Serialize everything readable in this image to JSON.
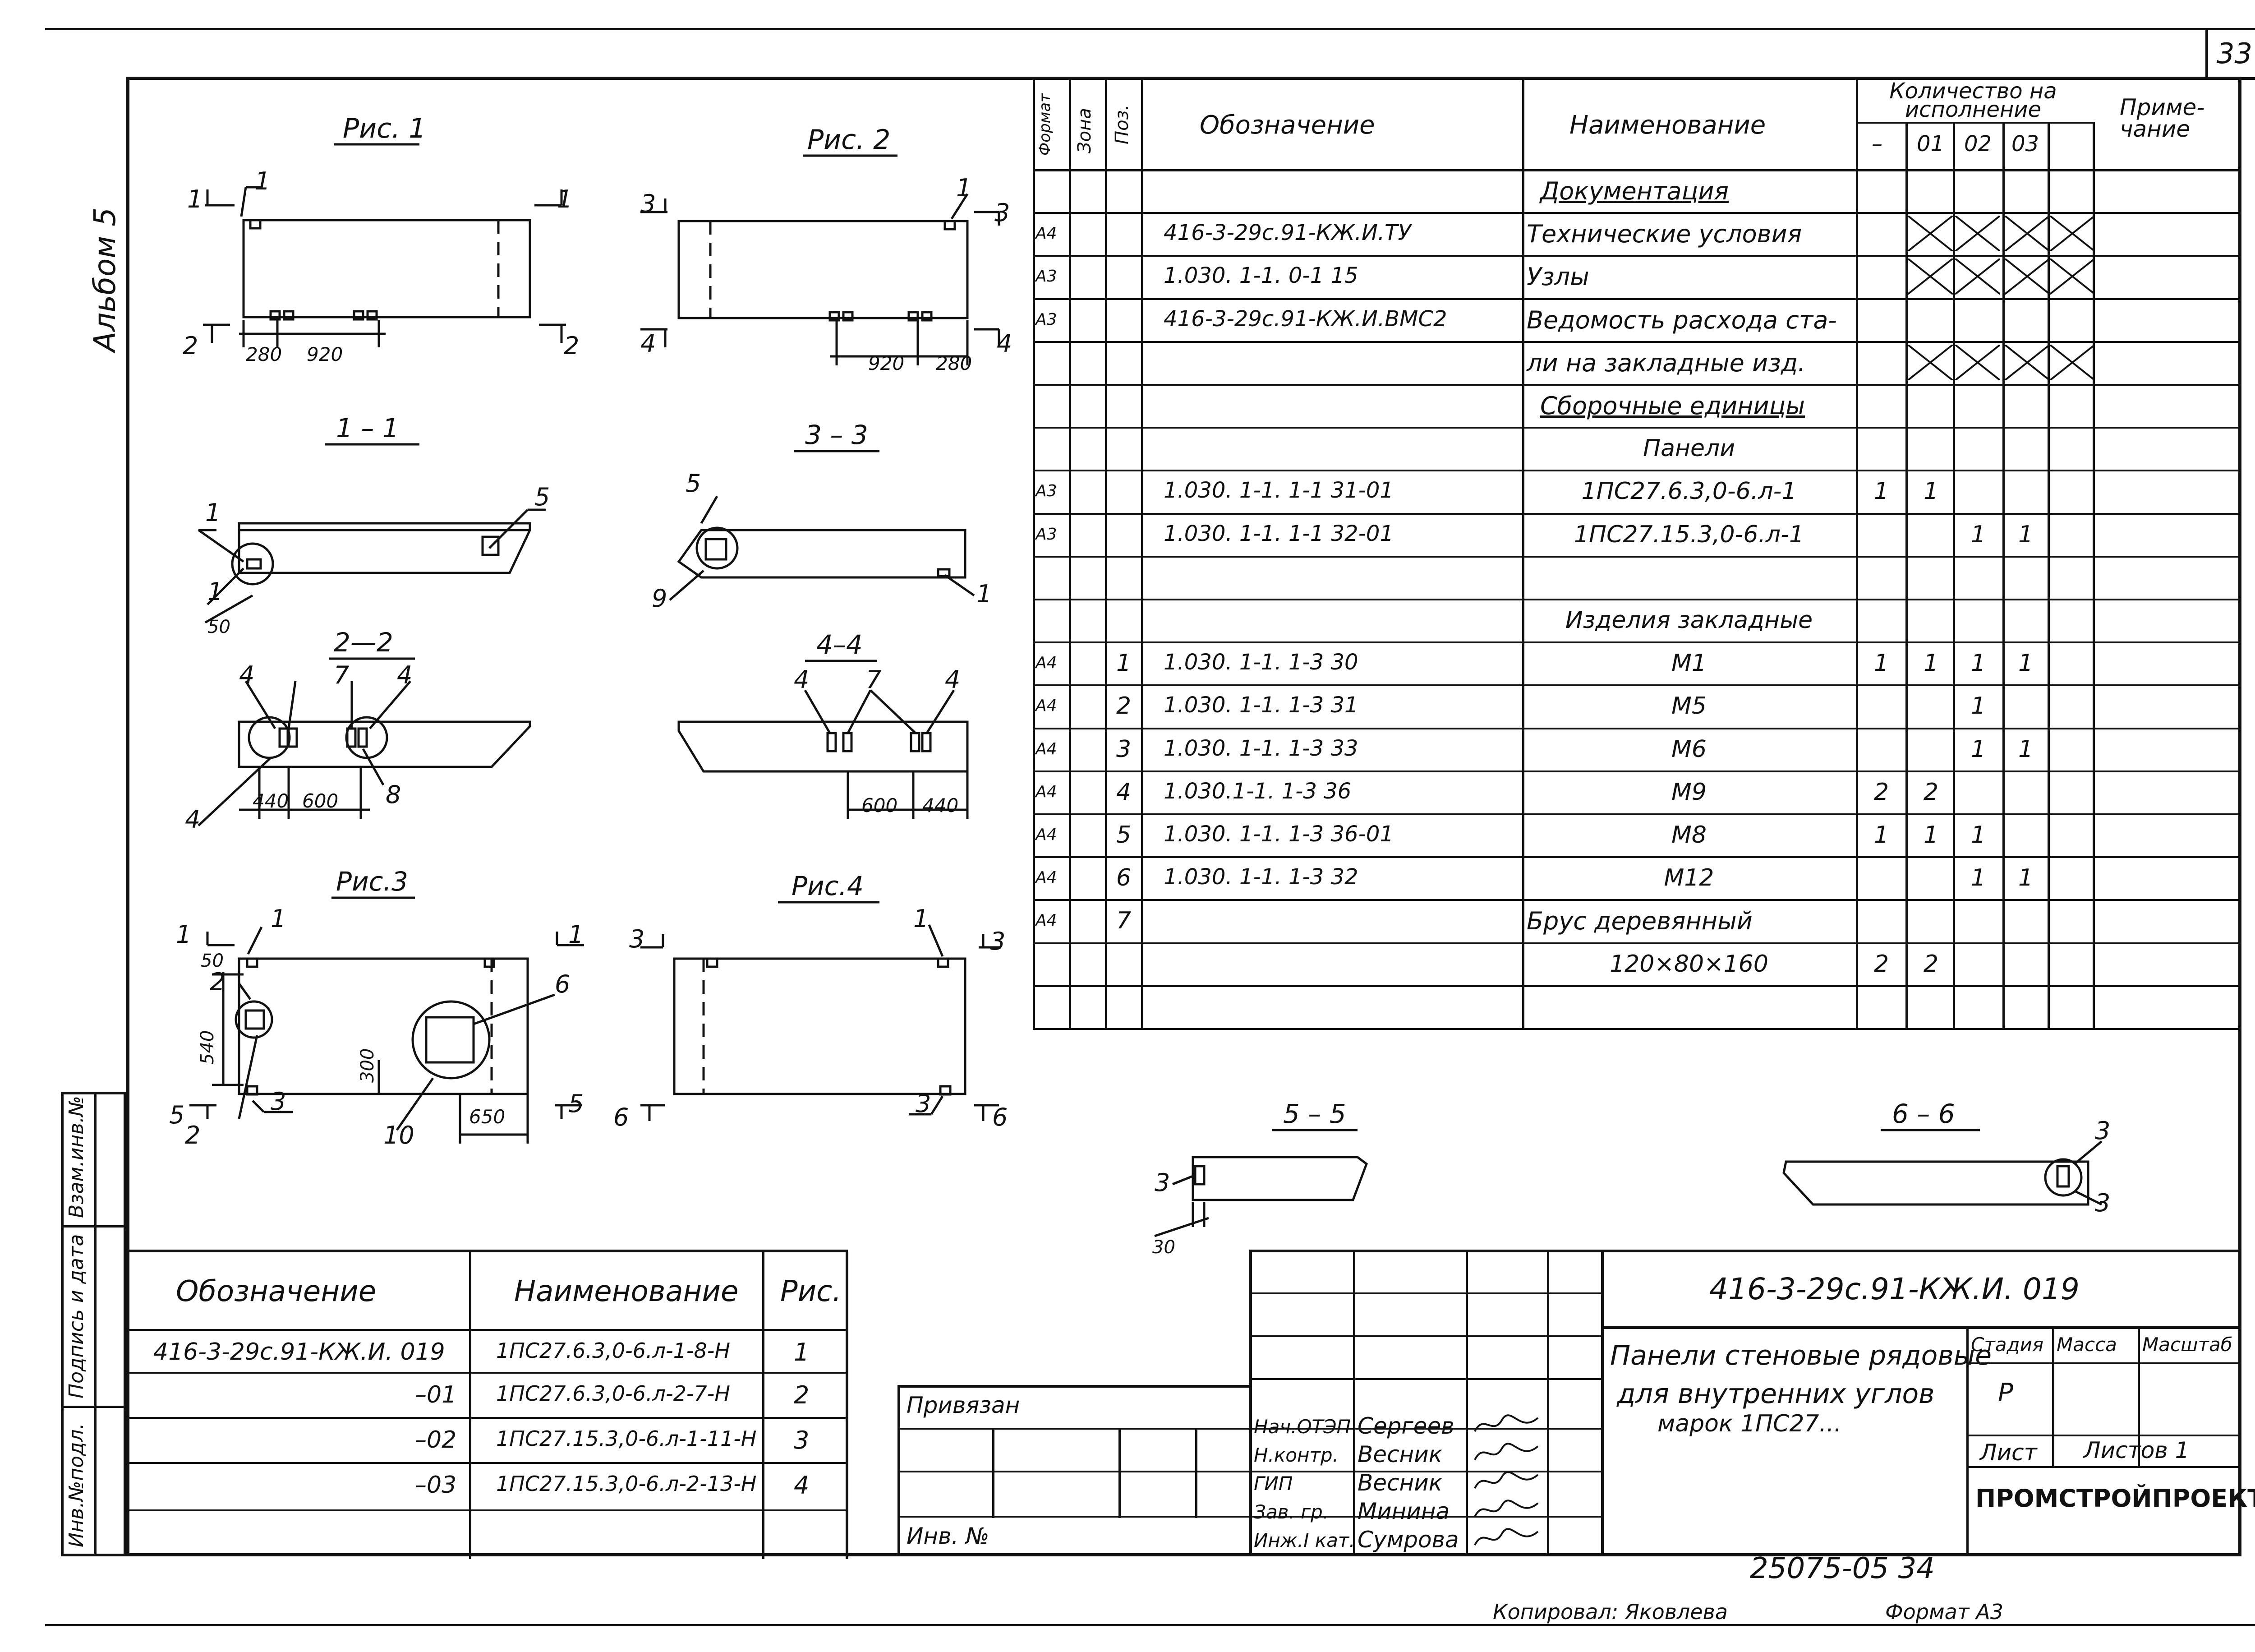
{
  "page_number": "33",
  "album_label": "Альбом 5",
  "figures": {
    "fig1": {
      "title": "Рис. 1",
      "dims": [
        "280",
        "920"
      ]
    },
    "fig2": {
      "title": "Рис. 2",
      "dims": [
        "920",
        "280"
      ]
    },
    "fig3": {
      "title": "Рис.3",
      "dims": [
        "50",
        "540",
        "300",
        "650"
      ]
    },
    "fig4": {
      "title": "Рис.4"
    },
    "sec11": {
      "title": "1 – 1",
      "dims": [
        "50"
      ]
    },
    "sec33": {
      "title": "3 – 3"
    },
    "sec22": {
      "title": "2—2",
      "dims": [
        "440",
        "600"
      ]
    },
    "sec44": {
      "title": "4–4",
      "dims": [
        "600",
        "440"
      ]
    },
    "sec55": {
      "title": "5 – 5",
      "dims": [
        "30"
      ]
    },
    "sec66": {
      "title": "6 – 6"
    }
  },
  "spec_table": {
    "headers": {
      "format": "Формат",
      "zone": "Зона",
      "pos": "Поз.",
      "designation": "Обозначение",
      "name": "Наименование",
      "qty": "Количество на исполнение",
      "qty_cols": [
        "–",
        "01",
        "02",
        "03",
        ""
      ],
      "note": "Приме-чание"
    },
    "rows": [
      {
        "format": "",
        "zone": "",
        "pos": "",
        "designation": "",
        "name": "Документация",
        "q": [
          "",
          "",
          "",
          "",
          ""
        ],
        "underline": true
      },
      {
        "format": "А4",
        "zone": "",
        "pos": "",
        "designation": "416-3-29с.91-КЖ.И.ТУ",
        "name": "Технические условия",
        "q": [
          "X",
          "X",
          "X",
          "X",
          ""
        ]
      },
      {
        "format": "А3",
        "zone": "",
        "pos": "",
        "designation": "1.030. 1-1. 0-1   15",
        "name": "Узлы",
        "q": [
          "X",
          "X",
          "X",
          "X",
          ""
        ]
      },
      {
        "format": "А3",
        "zone": "",
        "pos": "",
        "designation": "416-3-29с.91-КЖ.И.ВМС2",
        "name": "Ведомость расхода ста-",
        "q": [
          "",
          "",
          "",
          "",
          ""
        ]
      },
      {
        "format": "",
        "zone": "",
        "pos": "",
        "designation": "",
        "name": "ли на закладные изд.",
        "q": [
          "X",
          "X",
          "X",
          "X",
          ""
        ]
      },
      {
        "format": "",
        "zone": "",
        "pos": "",
        "designation": "",
        "name": "Сборочные единицы",
        "q": [
          "",
          "",
          "",
          "",
          ""
        ],
        "underline": true
      },
      {
        "format": "",
        "zone": "",
        "pos": "",
        "designation": "",
        "name": "Панели",
        "q": [
          "",
          "",
          "",
          "",
          ""
        ]
      },
      {
        "format": "А3",
        "zone": "",
        "pos": "",
        "designation": "1.030. 1-1. 1-1   31-01",
        "name": "1ПС27.6.3,0-6.л-1",
        "q": [
          "1",
          "1",
          "",
          "",
          ""
        ]
      },
      {
        "format": "А3",
        "zone": "",
        "pos": "",
        "designation": "1.030. 1-1. 1-1   32-01",
        "name": "1ПС27.15.3,0-6.л-1",
        "q": [
          "",
          "",
          "1",
          "1",
          ""
        ]
      },
      {
        "format": "",
        "zone": "",
        "pos": "",
        "designation": "",
        "name": "",
        "q": [
          "",
          "",
          "",
          "",
          ""
        ]
      },
      {
        "format": "",
        "zone": "",
        "pos": "",
        "designation": "",
        "name": "Изделия закладные",
        "q": [
          "",
          "",
          "",
          "",
          ""
        ]
      },
      {
        "format": "А4",
        "zone": "",
        "pos": "1",
        "designation": "1.030. 1-1. 1-3   30",
        "name": "М1",
        "q": [
          "1",
          "1",
          "1",
          "1",
          ""
        ]
      },
      {
        "format": "А4",
        "zone": "",
        "pos": "2",
        "designation": "1.030. 1-1. 1-3   31",
        "name": "М5",
        "q": [
          "",
          "",
          "1",
          "",
          ""
        ]
      },
      {
        "format": "А4",
        "zone": "",
        "pos": "3",
        "designation": "1.030. 1-1. 1-3   33",
        "name": "М6",
        "q": [
          "",
          "",
          "1",
          "1",
          ""
        ]
      },
      {
        "format": "А4",
        "zone": "",
        "pos": "4",
        "designation": "1.030.1-1. 1-3   36",
        "name": "М9",
        "q": [
          "2",
          "2",
          "",
          "",
          ""
        ]
      },
      {
        "format": "А4",
        "zone": "",
        "pos": "5",
        "designation": "1.030. 1-1. 1-3   36-01",
        "name": "М8",
        "q": [
          "1",
          "1",
          "1",
          "",
          ""
        ]
      },
      {
        "format": "А4",
        "zone": "",
        "pos": "6",
        "designation": "1.030. 1-1. 1-3   32",
        "name": "М12",
        "q": [
          "",
          "",
          "1",
          "1",
          ""
        ]
      },
      {
        "format": "А4",
        "zone": "",
        "pos": "7",
        "designation": "",
        "name": "Брус деревянный",
        "q": [
          "",
          "",
          "",
          "",
          ""
        ]
      },
      {
        "format": "",
        "zone": "",
        "pos": "",
        "designation": "",
        "name": "120×80×160",
        "q": [
          "2",
          "2",
          "",
          "",
          ""
        ]
      },
      {
        "format": "",
        "zone": "",
        "pos": "",
        "designation": "",
        "name": "",
        "q": [
          "",
          "",
          "",
          "",
          ""
        ]
      }
    ]
  },
  "variants_table": {
    "headers": {
      "designation": "Обозначение",
      "name": "Наименование",
      "fig": "Рис."
    },
    "rows": [
      {
        "designation": "416-3-29с.91-КЖ.И. 019",
        "name": "1ПС27.6.3,0-6.л-1-8-Н",
        "fig": "1"
      },
      {
        "designation": "–01",
        "name": "1ПС27.6.3,0-6.л-2-7-Н",
        "fig": "2"
      },
      {
        "designation": "–02",
        "name": "1ПС27.15.3,0-6.л-1-11-Н",
        "fig": "3"
      },
      {
        "designation": "–03",
        "name": "1ПС27.15.3,0-6.л-2-13-Н",
        "fig": "4"
      }
    ]
  },
  "side_stamp": {
    "inv_podl": "Инв.№подл.",
    "sign_date": "Подпись и дата",
    "vzam_inv": "Взам.инв.№"
  },
  "title_block": {
    "code": "416-3-29с.91-КЖ.И. 019",
    "title_lines": [
      "Панели стеновые рядовые",
      "для внутренних углов",
      "марок 1ПС27..."
    ],
    "stage_label": "Стадия",
    "mass_label": "Масса",
    "scale_label": "Масштаб",
    "stage_value": "Р",
    "sheet_label": "Лист",
    "sheets_label": "Листов 1",
    "org": "ПРОМСТРОЙПРОЕКТ",
    "bound": "Привязан",
    "inv_no": "Инв. №",
    "signatures": [
      {
        "role": "Нач.ОТЭП",
        "name": "Сергеев"
      },
      {
        "role": "Н.контр.",
        "name": "Весник"
      },
      {
        "role": "ГИП",
        "name": "Весник"
      },
      {
        "role": "Зав. гр.",
        "name": "Минина"
      },
      {
        "role": "Инж.I кат.",
        "name": "Сумрова"
      }
    ]
  },
  "footer": {
    "archive_no": "25075-05   34",
    "copied": "Копировал: Яковлева",
    "format": "Формат А3"
  }
}
